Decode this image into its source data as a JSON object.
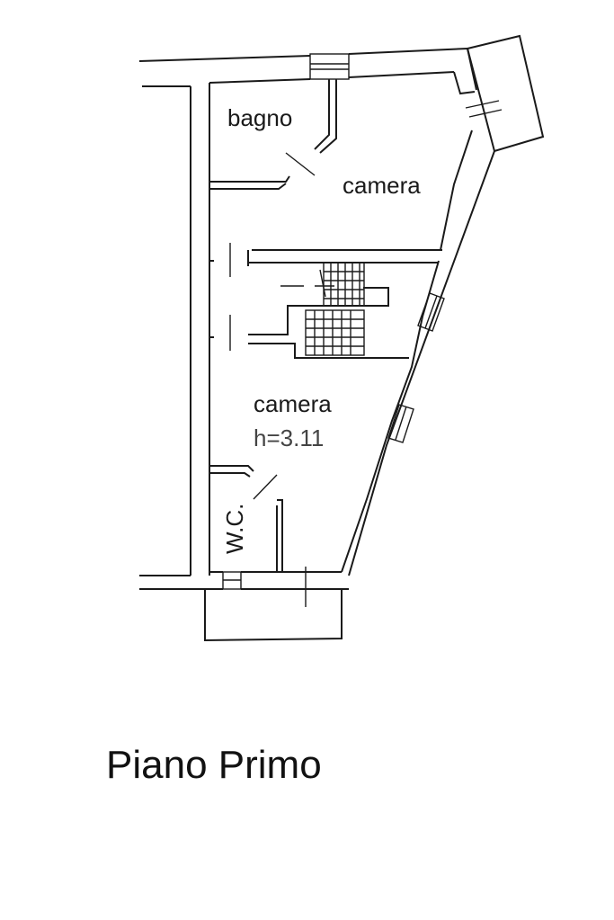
{
  "floor_plan": {
    "title": "Piano Primo",
    "rooms": [
      {
        "name": "bagno"
      },
      {
        "name": "camera"
      },
      {
        "name": "camera",
        "height": "h=3.11"
      },
      {
        "name": "W.C."
      }
    ]
  },
  "colors": {
    "lines": "#1a1a1a",
    "height_text": "#444444",
    "background": "#ffffff"
  }
}
